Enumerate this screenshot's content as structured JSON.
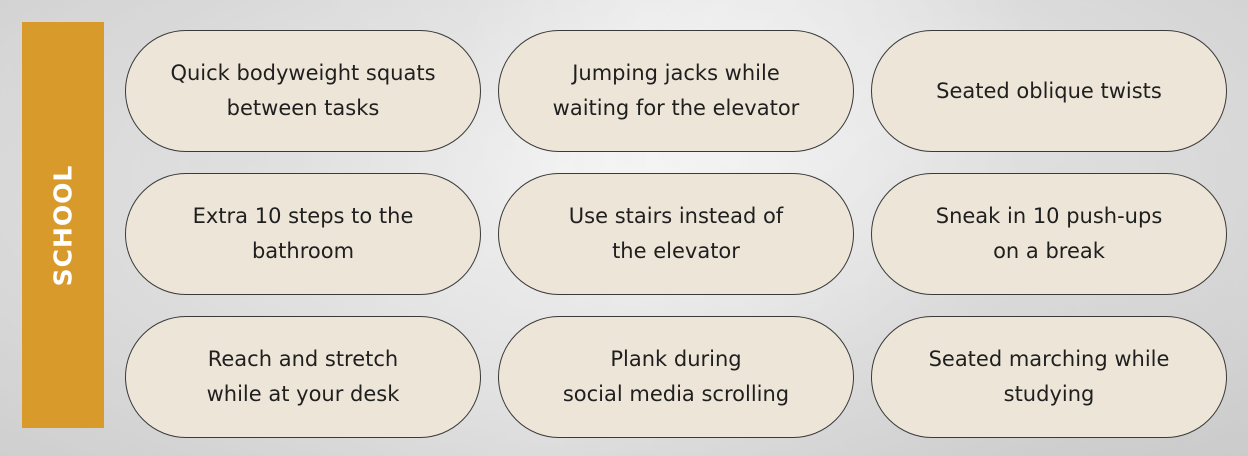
{
  "sidebar": {
    "label": "SCHOOL"
  },
  "cards": [
    {
      "text": "Quick bodyweight squats\nbetween tasks"
    },
    {
      "text": "Jumping jacks while\nwaiting for the elevator"
    },
    {
      "text": "Seated oblique twists"
    },
    {
      "text": "Extra 10 steps to the\nbathroom"
    },
    {
      "text": "Use stairs instead of\nthe elevator"
    },
    {
      "text": "Sneak in 10 push-ups\non a break"
    },
    {
      "text": "Reach and stretch\nwhile at your desk"
    },
    {
      "text": "Plank during\nsocial media scrolling"
    },
    {
      "text": "Seated marching while\nstudying"
    }
  ],
  "colors": {
    "sidebar": "#d99a2c",
    "card_fill": "#ede5d8",
    "card_border": "#3a3a3a",
    "text": "#1f1f1f"
  }
}
